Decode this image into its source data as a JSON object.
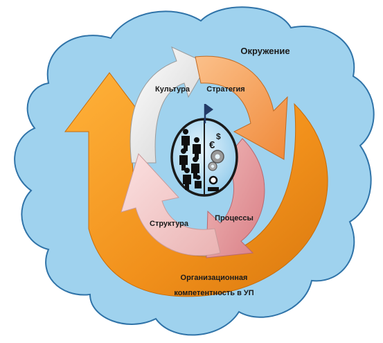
{
  "labels": {
    "environment": "Окружение",
    "culture": "Культура",
    "strategy": "Стратегия",
    "structure": "Структура",
    "processes": "Процессы",
    "competence_line1": "Организационная",
    "competence_line2": "компетентность в УП"
  },
  "symbols": {
    "euro": "€",
    "dollar": "$"
  },
  "colors": {
    "cloud_fill": "#9fd2ee",
    "cloud_stroke": "#2f73a8",
    "outer_arrow": "#f39a1e",
    "culture": "#e2e2e2",
    "strategy": "#f5a35c",
    "structure": "#f2c7c7",
    "processes": "#e79d9d",
    "hub": "#a9d7f0"
  },
  "icons": [
    "people-icon",
    "money-icon",
    "gear-icon",
    "flag-icon"
  ]
}
